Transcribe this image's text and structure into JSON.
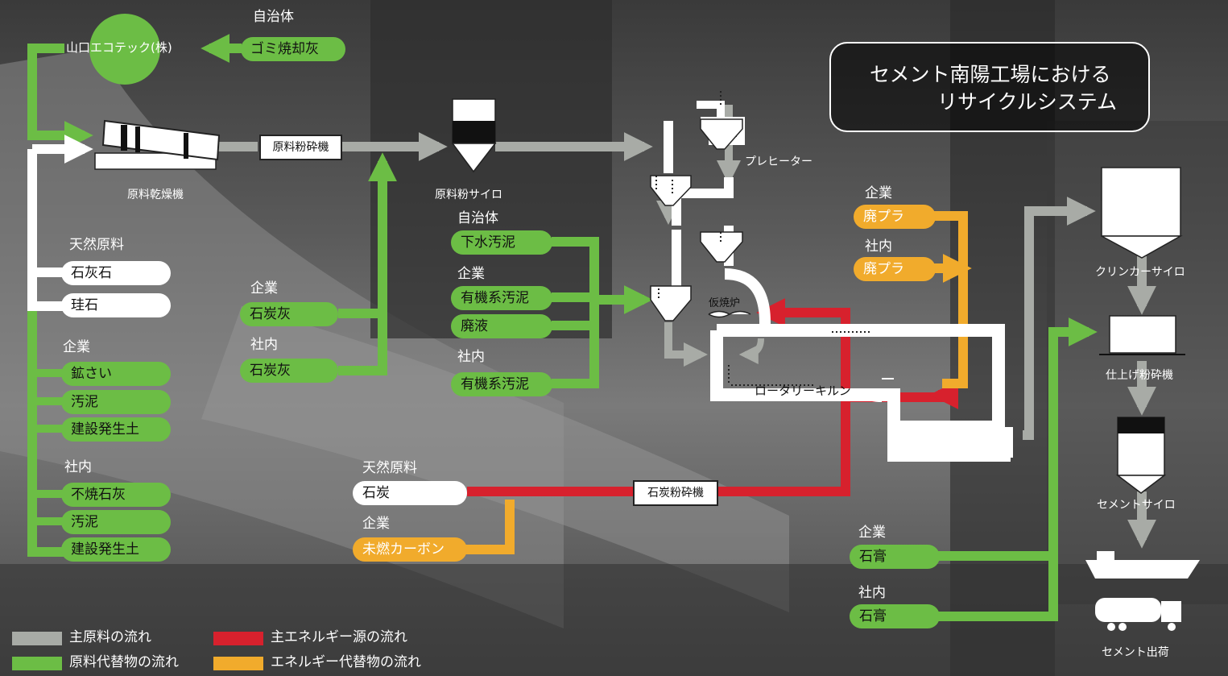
{
  "title": {
    "line1": "セメント南陽工場における",
    "line2": "リサイクルシステム"
  },
  "colors": {
    "main_raw": "#a8aba6",
    "alt_raw": "#6cbd45",
    "main_energy": "#d7212d",
    "alt_energy": "#f1ab2c"
  },
  "top": {
    "municipality": "自治体",
    "garbage_ash": "ゴミ焼却灰",
    "yamaguchi_ecotech": "山口エコテック(株)"
  },
  "equipment": {
    "raw_dryer": "原料乾燥機",
    "raw_mill": "原料粉砕機",
    "raw_silo": "原料粉サイロ",
    "preheater": "プレヒーター",
    "precalciner": "仮焼炉",
    "rotary_kiln": "ロータリーキルン",
    "clinker_silo": "クリンカーサイロ",
    "finish_mill": "仕上げ粉砕機",
    "cement_silo": "セメントサイロ",
    "shipping": "セメント出荷",
    "coal_mill": "石炭粉砕機"
  },
  "left_column": {
    "natural": {
      "heading": "天然原料",
      "items": [
        "石灰石",
        "珪石"
      ]
    },
    "company": {
      "heading": "企業",
      "items": [
        "鉱さい",
        "汚泥",
        "建設発生土"
      ]
    },
    "inhouse": {
      "heading": "社内",
      "items": [
        "不焼石灰",
        "汚泥",
        "建設発生土"
      ]
    }
  },
  "middle_left": {
    "company": {
      "heading": "企業",
      "item": "石炭灰"
    },
    "inhouse": {
      "heading": "社内",
      "item": "石炭灰"
    }
  },
  "middle": {
    "municipality": {
      "heading": "自治体",
      "item": "下水汚泥"
    },
    "company": {
      "heading": "企業",
      "items": [
        "有機系汚泥",
        "廃液"
      ]
    },
    "inhouse": {
      "heading": "社内",
      "item": "有機系汚泥"
    }
  },
  "plastics": {
    "company": {
      "heading": "企業",
      "item": "廃プラ"
    },
    "inhouse": {
      "heading": "社内",
      "item": "廃プラ"
    }
  },
  "fuel": {
    "natural": {
      "heading": "天然原料",
      "item": "石炭"
    },
    "company": {
      "heading": "企業",
      "item": "未燃カーボン"
    }
  },
  "gypsum": {
    "company": {
      "heading": "企業",
      "item": "石膏"
    },
    "inhouse": {
      "heading": "社内",
      "item": "石膏"
    }
  },
  "legend": [
    {
      "label": "主原料の流れ",
      "color": "#a8aba6"
    },
    {
      "label": "原料代替物の流れ",
      "color": "#6cbd45"
    },
    {
      "label": "主エネルギー源の流れ",
      "color": "#d7212d"
    },
    {
      "label": "エネルギー代替物の流れ",
      "color": "#f1ab2c"
    }
  ]
}
